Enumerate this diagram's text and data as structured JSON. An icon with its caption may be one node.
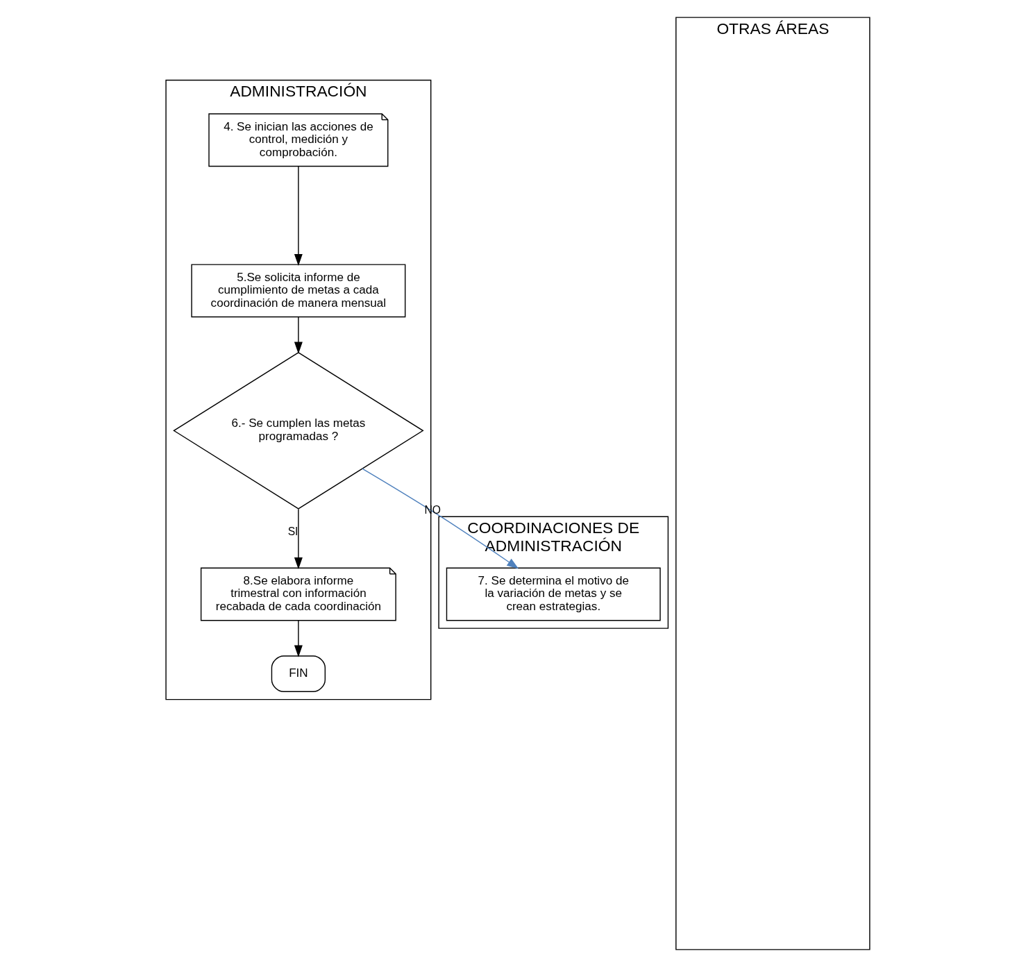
{
  "diagram": {
    "nodes": [
      {
        "text": [
          "ADMINISTRACIÓN"
        ]
      },
      {
        "text": [
          "COORDINACIONES DE ADMINISTRACIÓN"
        ]
      },
      {
        "text": [
          "OTRAS ÁREAS"
        ]
      },
      {
        "text": [
          "4. Se inician las acciones de control, medición y comprobación."
        ],
        "in": 0
      },
      {
        "text": [
          "5.Se solicita informe de cumplimiento de metas a cada coordinación de manera mensual"
        ],
        "in": 0
      },
      {
        "text": [
          "6.- Se cumplen las metas programadas ?"
        ],
        "in": 0
      },
      {
        "text": [
          "7. Se determina el motivo de la variación de metas y se crean estrategias."
        ],
        "in": 1
      },
      {
        "text": [
          "8.Se elabora informe trimestral con información recabada de cada coordinación"
        ],
        "in": 0
      },
      {
        "text": [
          "FIN"
        ],
        "in": 0
      }
    ],
    "edges": [
      {
        "from": 3,
        "to": 4,
        "arrow": "to"
      },
      {
        "from": 4,
        "to": 5,
        "arrow": "to"
      },
      {
        "from": 5,
        "to": 6,
        "arrow": "to",
        "label": "NO",
        "color": "#4f81bd"
      },
      {
        "from": 5,
        "to": 7,
        "arrow": "to",
        "label": "SI"
      },
      {
        "from": 7,
        "to": 8,
        "arrow": "to"
      }
    ]
  }
}
